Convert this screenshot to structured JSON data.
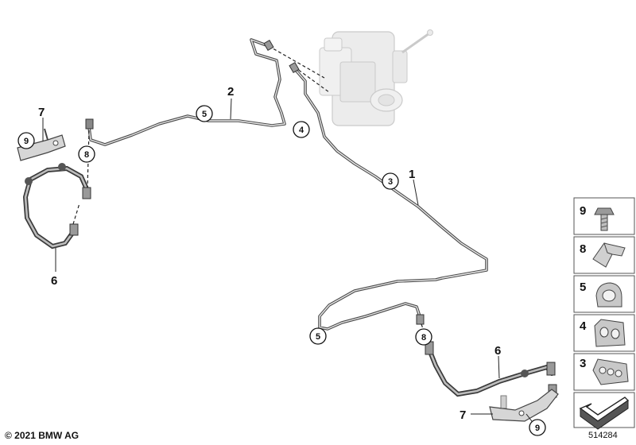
{
  "callouts": {
    "c1": "1",
    "c2": "2",
    "c6a": "6",
    "c6b": "6",
    "c7a": "7",
    "c7b": "7"
  },
  "circled": {
    "c3": "3",
    "c4": "4",
    "c5a": "5",
    "c5b": "5",
    "c8a": "8",
    "c8b": "8",
    "c9a": "9",
    "c9b": "9"
  },
  "legend": [
    {
      "num": "9",
      "icon": "bolt-icon"
    },
    {
      "num": "8",
      "icon": "bracket-clip-icon"
    },
    {
      "num": "5",
      "icon": "single-pipe-clip-icon"
    },
    {
      "num": "4",
      "icon": "double-pipe-clip-icon"
    },
    {
      "num": "3",
      "icon": "multi-pipe-clip-icon"
    }
  ],
  "footer": {
    "copyright": "© 2021 BMW AG",
    "document_number": "514284"
  }
}
